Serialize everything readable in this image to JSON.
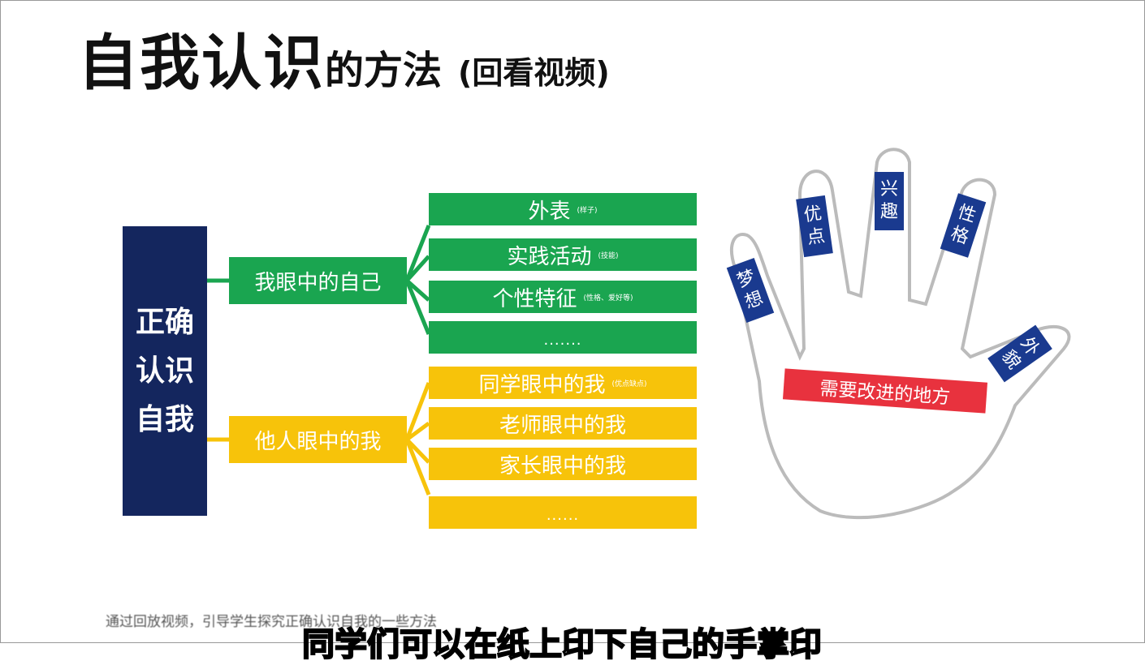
{
  "title": {
    "main": "自我认识",
    "suffix": "的方法",
    "note": "(回看视频)"
  },
  "root": {
    "line1": "正确",
    "line2": "认识",
    "line3": "自我"
  },
  "branches": [
    {
      "label": "我眼中的自己",
      "color": "#1aa550",
      "items": [
        {
          "label": "外表",
          "note": "(样子)"
        },
        {
          "label": "实践活动",
          "note": "(技能)"
        },
        {
          "label": "个性特征",
          "note": "(性格、爱好等)"
        },
        {
          "label": "·······",
          "note": ""
        }
      ]
    },
    {
      "label": "他人眼中的我",
      "color": "#f7c30a",
      "items": [
        {
          "label": "同学眼中的我",
          "note": "(优点缺点)"
        },
        {
          "label": "老师眼中的我",
          "note": ""
        },
        {
          "label": "家长眼中的我",
          "note": ""
        },
        {
          "label": "······",
          "note": ""
        }
      ]
    }
  ],
  "hand": {
    "fingers": [
      "梦想",
      "优点",
      "兴趣",
      "性格",
      "外貌"
    ],
    "palm": "需要改进的地方",
    "finger_color": "#1a3a8f",
    "palm_color": "#e8323e"
  },
  "footer_note": "通过回放视频，引导学生探究正确认识自我的一些方法",
  "subtitle": "同学们可以在纸上印下自己的手掌印"
}
